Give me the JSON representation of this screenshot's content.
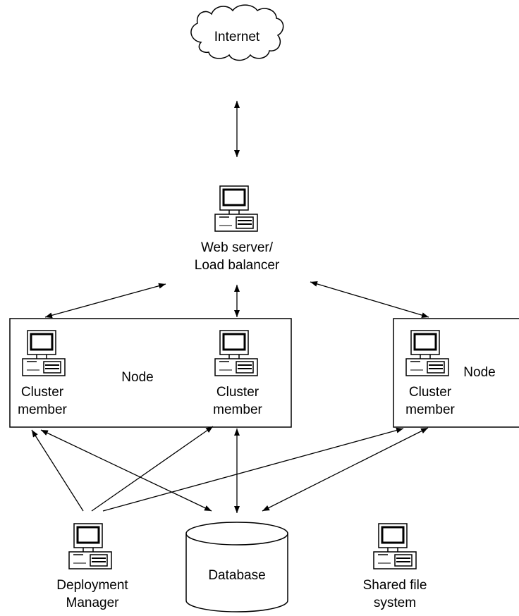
{
  "diagram": {
    "internet": {
      "label": "Internet"
    },
    "web_server": {
      "label_line1": "Web server/",
      "label_line2": "Load balancer"
    },
    "node_left": {
      "label": "Node",
      "member1": {
        "label_line1": "Cluster",
        "label_line2": "member"
      },
      "member2": {
        "label_line1": "Cluster",
        "label_line2": "member"
      }
    },
    "node_right": {
      "label": "Node",
      "member": {
        "label_line1": "Cluster",
        "label_line2": "member"
      }
    },
    "deployment_manager": {
      "label_line1": "Deployment",
      "label_line2": "Manager"
    },
    "database": {
      "label": "Database"
    },
    "shared_fs": {
      "label_line1": "Shared file",
      "label_line2": "system"
    }
  }
}
